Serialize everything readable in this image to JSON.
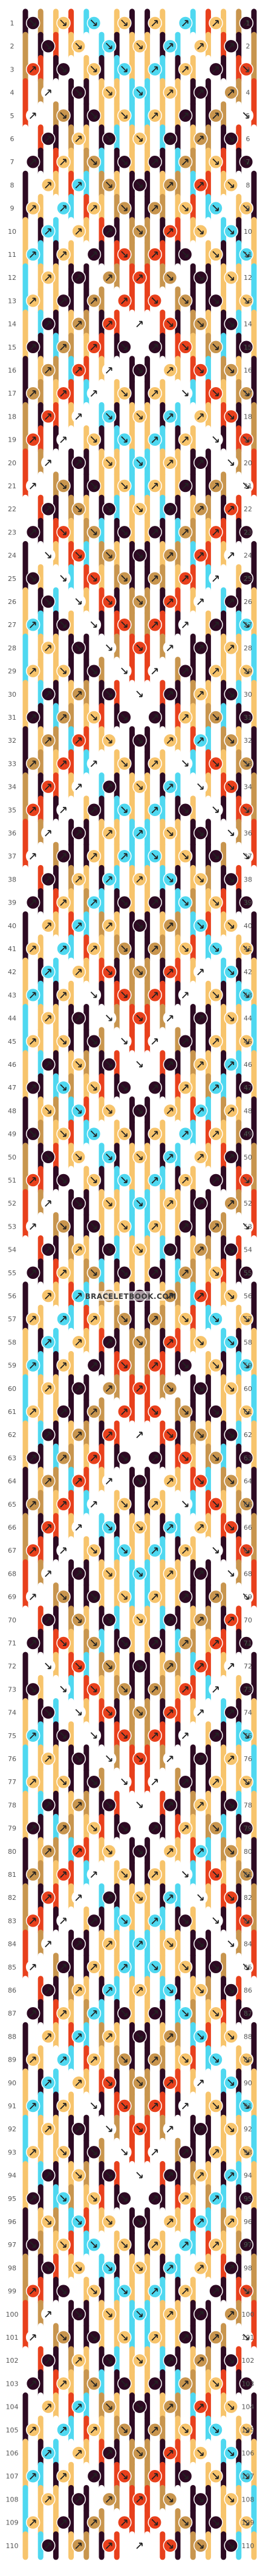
{
  "pattern": {
    "row_count": 110,
    "string_count": 16,
    "watermark": "BRACELETBOOK.COM",
    "colors": {
      "A": "#f7c46c",
      "B": "#4fd8f0",
      "C": "#c8954e",
      "D": "#e8401c",
      "E": "#2d0a22",
      "F": "#ffffff"
    },
    "start_strings": [
      "E",
      "C",
      "A",
      "D",
      "B",
      "F",
      "A",
      "E",
      "E",
      "A",
      "F",
      "B",
      "D",
      "A",
      "C",
      "E"
    ]
  }
}
